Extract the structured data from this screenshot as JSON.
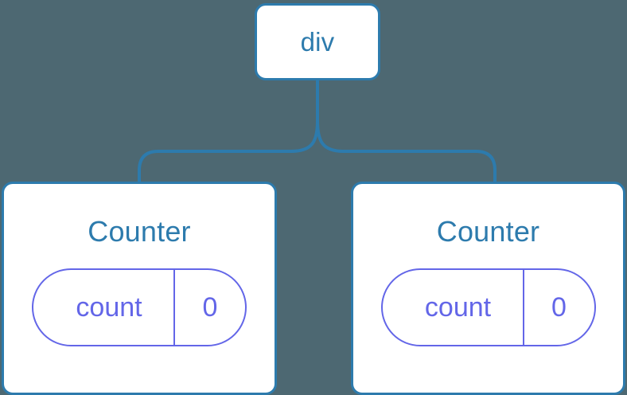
{
  "diagram": {
    "type": "component-tree",
    "background_color": "#4d6872",
    "node_fill_color": "#ffffff",
    "node_border_color": "#2d7bad",
    "node_text_color": "#2d7bad",
    "state_accent_color": "#6366e8",
    "root": {
      "label": "div"
    },
    "children": [
      {
        "label": "Counter",
        "state": {
          "key": "count",
          "value": "0"
        }
      },
      {
        "label": "Counter",
        "state": {
          "key": "count",
          "value": "0"
        }
      }
    ],
    "edges": [
      {
        "from": "div",
        "to": "Counter"
      },
      {
        "from": "div",
        "to": "Counter"
      }
    ]
  }
}
